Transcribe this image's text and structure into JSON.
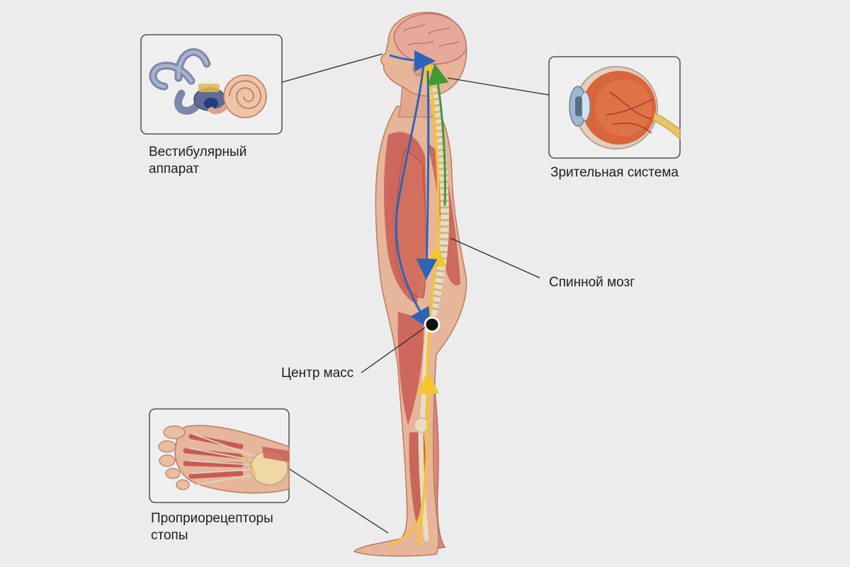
{
  "labels": {
    "vestibular": "Вестибулярный\nаппарат",
    "visual": "Зрительная система",
    "spinal_cord": "Спинной мозг",
    "center_of_mass": "Центр масс",
    "foot_proprioceptors": "Проприорецепторы\nстопы"
  },
  "colors": {
    "background": "#ececec",
    "skin": "#e7b59a",
    "muscle": "#c95a52",
    "bone": "#eadcc0",
    "brain": "#e8a79b",
    "nerve_blue": "#2e64b8",
    "nerve_yellow": "#f2c531",
    "nerve_green": "#3f9a36",
    "leader_line": "#2a2a2a"
  }
}
